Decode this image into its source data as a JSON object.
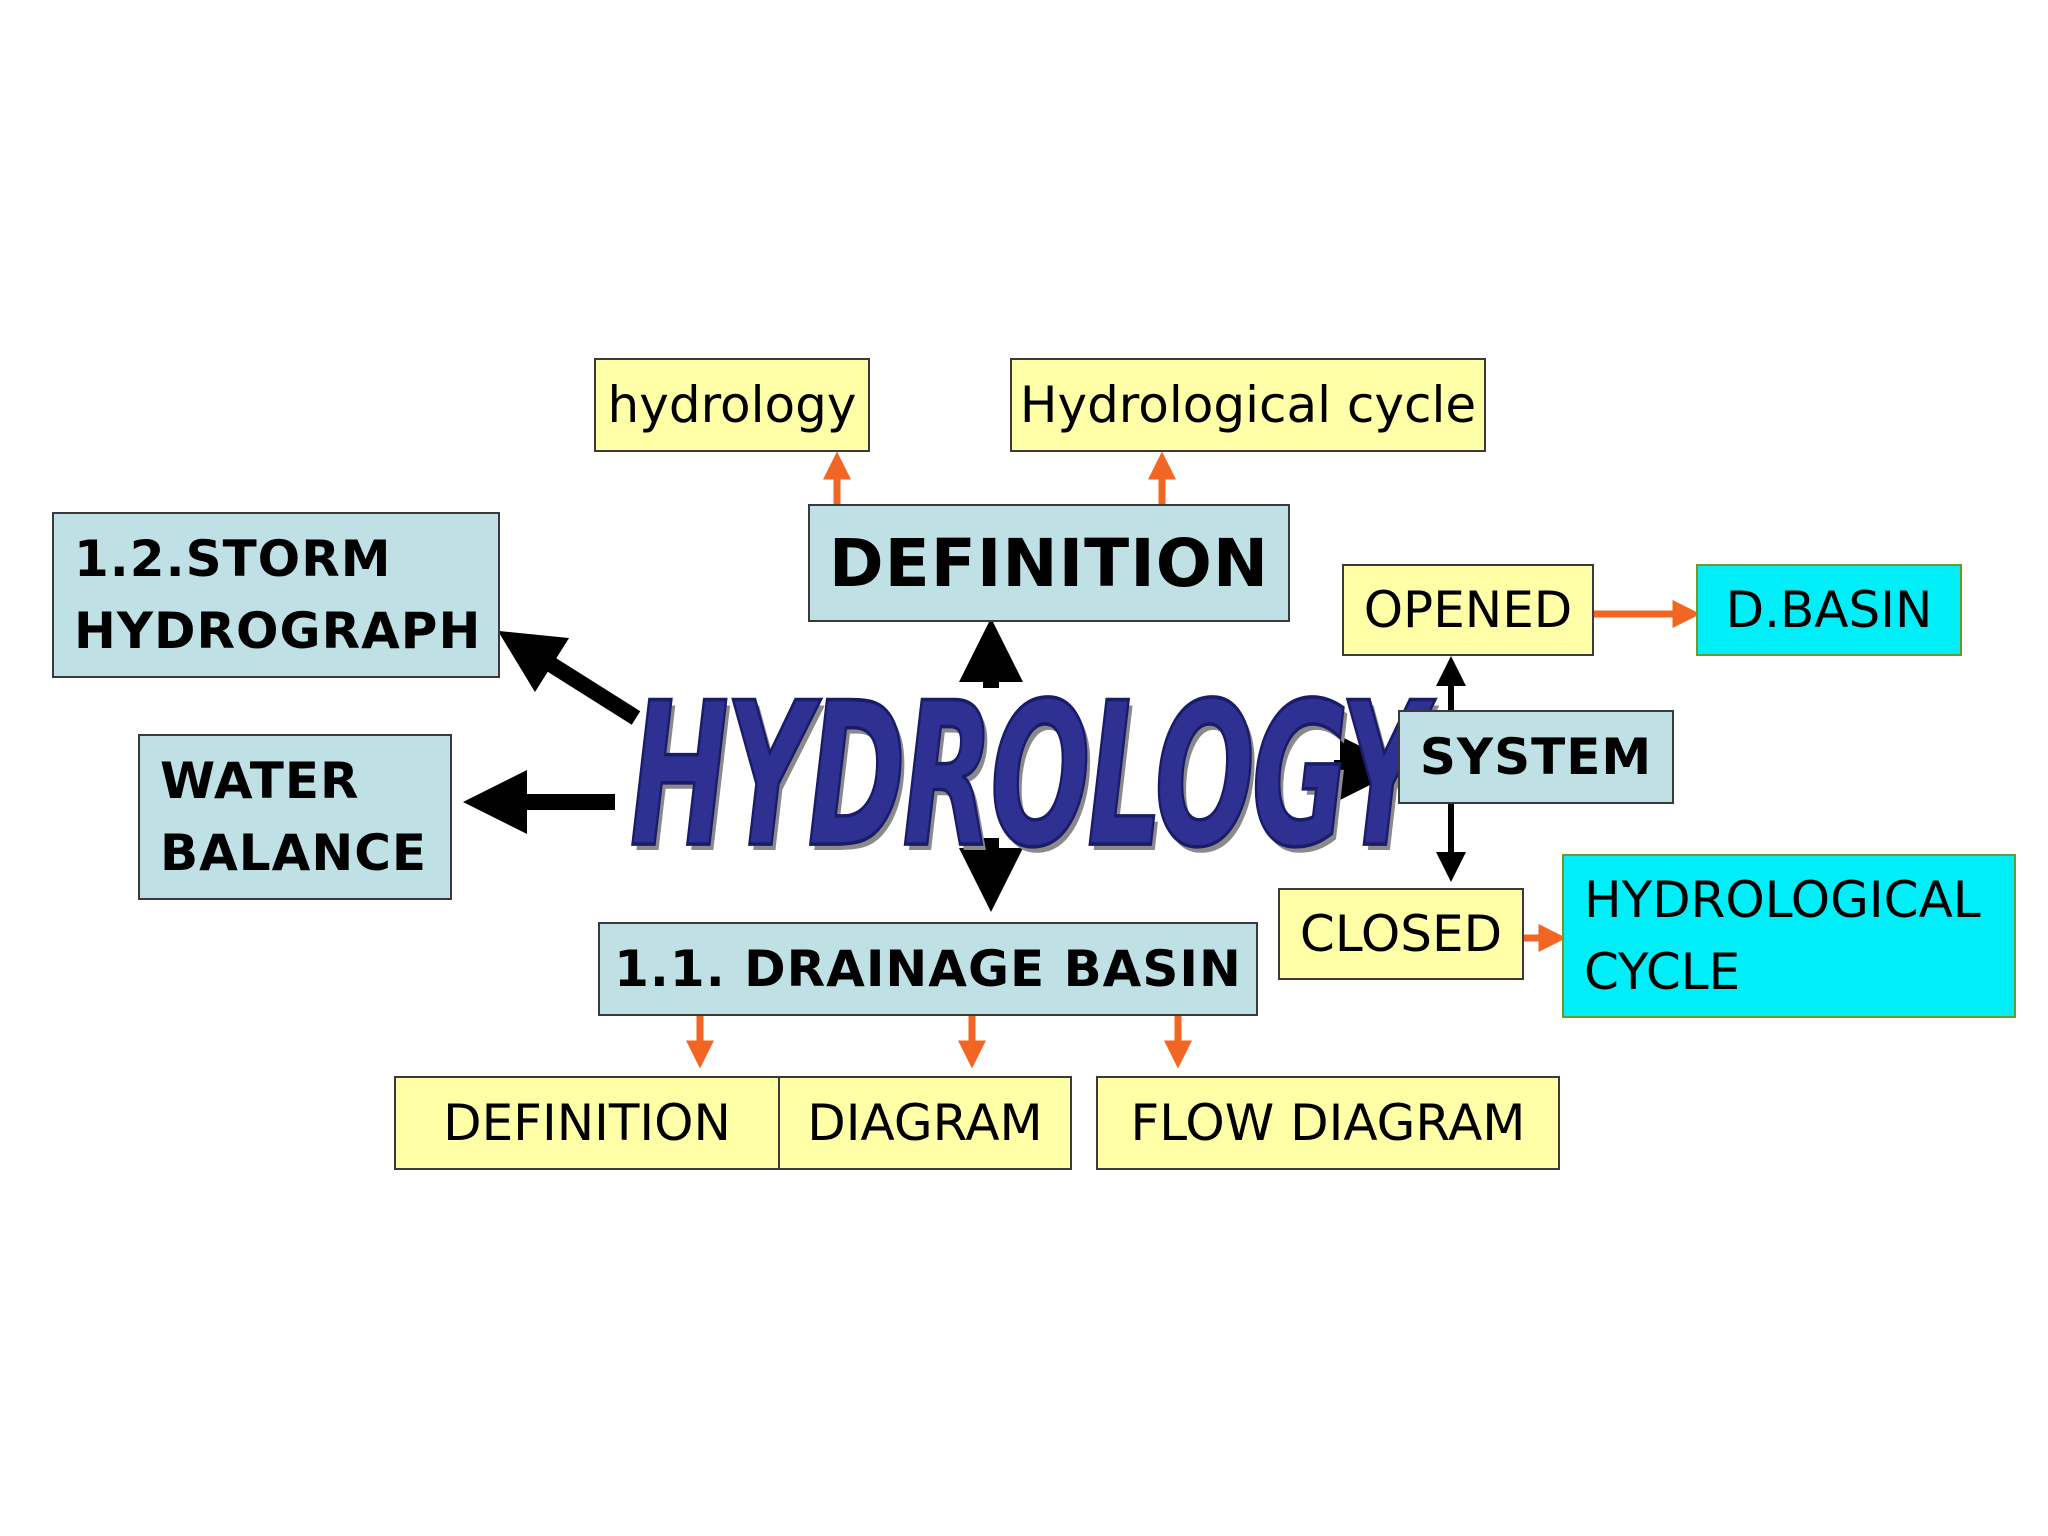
{
  "title": "HYDROLOGY",
  "nodes": {
    "definition": "DEFINITION",
    "hydrology_def": "hydrology",
    "hydrological_cycle_def": "Hydrological cycle",
    "storm_hydrograph": "1.2.STORM\nHYDROGRAPH",
    "water_balance": "WATER\nBALANCE",
    "drainage_basin": "1.1. DRAINAGE BASIN",
    "db_definition": "DEFINITION",
    "db_diagram": "DIAGRAM",
    "db_flow_diagram": "FLOW DIAGRAM",
    "system": "SYSTEM",
    "opened": "OPENED",
    "d_basin": "D.BASIN",
    "closed": "CLOSED",
    "hydrological_cycle_closed": "HYDROLOGICAL\nCYCLE"
  },
  "colors": {
    "blue_box": "#bfe0e4",
    "yellow_box": "#ffffa8",
    "cyan_box": "#00eef8",
    "title": "#2e3192",
    "black_arrow": "#000000",
    "orange_arrow": "#f26522"
  }
}
